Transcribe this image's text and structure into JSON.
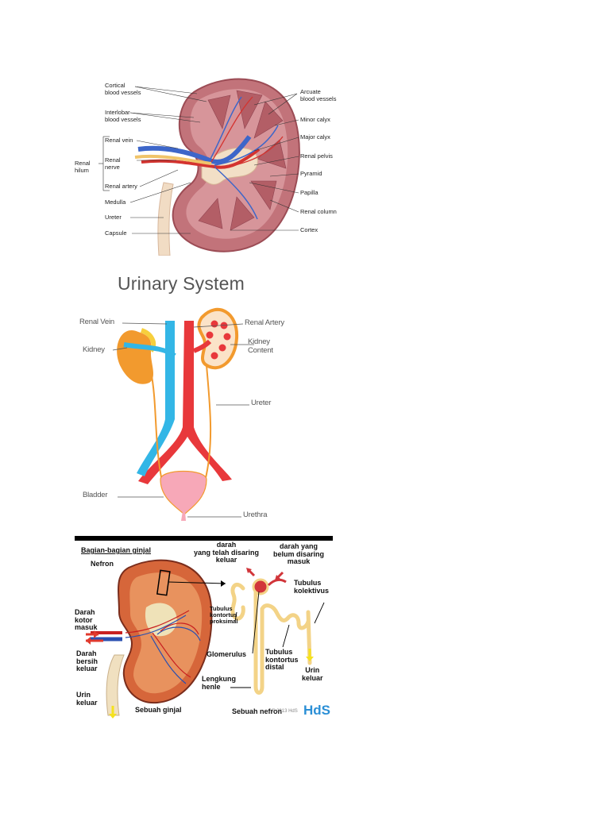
{
  "kidney_diagram": {
    "labels": {
      "cortical_blood_vessels": "Cortical\nblood vessels",
      "interlobar_blood_vessels": "Interlobar\nblood vessels",
      "renal_hilum": "Renal\nhilum",
      "renal_vein": "Renal vein",
      "renal_nerve": "Renal\nnerve",
      "renal_artery": "Renal artery",
      "medulla": "Medulla",
      "ureter": "Ureter",
      "capsule": "Capsule",
      "arcuate_blood_vessels": "Arcuate\nblood vessels",
      "minor_calyx": "Minor calyx",
      "major_calyx": "Major calyx",
      "renal_pelvis": "Renal pelvis",
      "pyramid": "Pyramid",
      "papilla": "Papilla",
      "renal_column": "Renal column",
      "cortex": "Cortex"
    }
  },
  "urinary_diagram": {
    "title": "Urinary System",
    "labels": {
      "renal_vein": "Renal Vein",
      "renal_artery": "Renal Artery",
      "kidney": "Kidney",
      "kidney_content": "Kidney\nContent",
      "ureter": "Ureter",
      "bladder": "Bladder",
      "urethra": "Urethra"
    }
  },
  "nephron_diagram": {
    "labels": {
      "bagian_bagian_ginjal": "Bagian-bagian ginjal",
      "nefron": "Nefron",
      "darah_telah_disaring": "darah\nyang telah disaring\nkeluar",
      "darah_belum_disaring": "darah yang\nbelum disaring\nmasuk",
      "tubulus_kolektivus": "Tubulus\nkolektivus",
      "tubulus_kontortus_proksimal": "Tubulus\nkontortus\nproksimal",
      "darah_kotor_masuk": "Darah\nkotor\nmasuk",
      "darah_bersih_keluar": "Darah\nbersih\nkeluar",
      "glomerulus": "Glomerulus",
      "tubulus_kontortus_distal": "Tubulus\nkontortus\ndistal",
      "urin_keluar_right": "Urin\nkeluar",
      "lengkung_henle": "Lengkung\nhenle",
      "urin_keluar_left": "Urin\nkeluar",
      "sebuah_ginjal": "Sebuah ginjal",
      "sebuah_nefron": "Sebuah nefron",
      "copyright": "© 2013 HdS",
      "logo": "HdS"
    }
  },
  "colors": {
    "vein_blue": "#3a6fd1",
    "artery_red": "#d9302b",
    "kidney_tissue": "#b9636a",
    "urinary_red": "#e8383b",
    "urinary_blue": "#33b6e6",
    "kidney_orange": "#f29a2e",
    "tubule_yellow": "#f7d98a"
  }
}
